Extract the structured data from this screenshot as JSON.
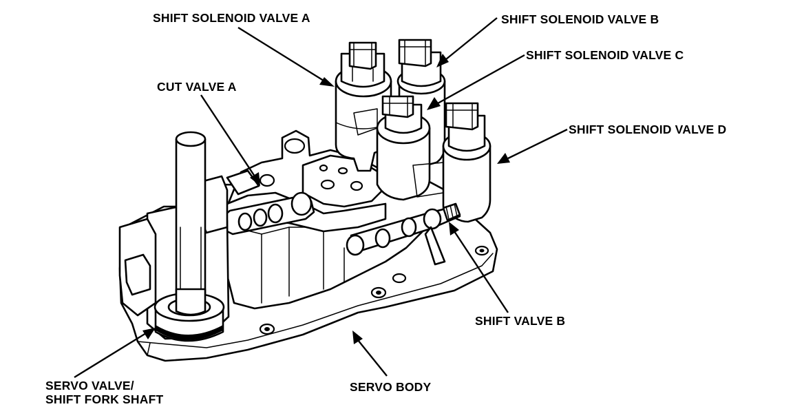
{
  "labels": {
    "shift_solenoid_a": "SHIFT SOLENOID VALVE A",
    "shift_solenoid_b": "SHIFT SOLENOID VALVE B",
    "shift_solenoid_c": "SHIFT SOLENOID VALVE C",
    "shift_solenoid_d": "SHIFT SOLENOID VALVE D",
    "cut_valve_a": "CUT VALVE A",
    "shift_valve_b": "SHIFT VALVE B",
    "servo_valve_line1": "SERVO VALVE/",
    "servo_valve_line2": "SHIFT FORK SHAFT",
    "servo_body": "SERVO BODY"
  }
}
